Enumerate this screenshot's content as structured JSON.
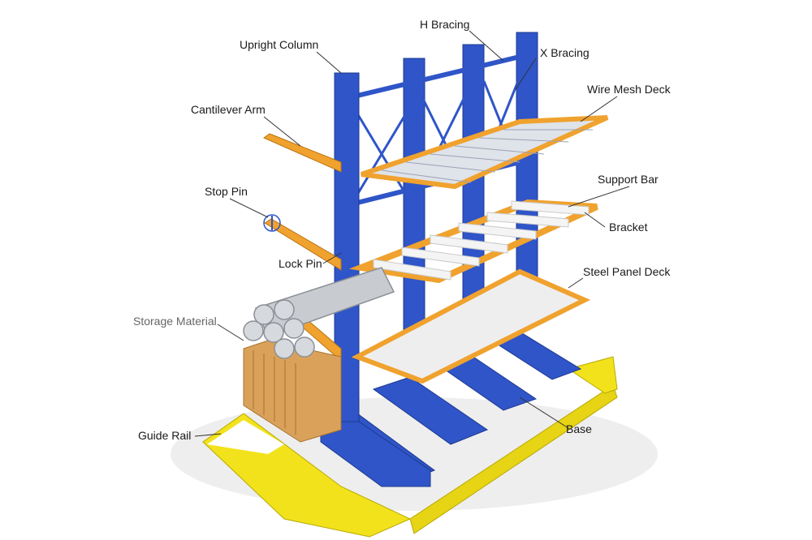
{
  "labels": {
    "upright_column": "Upright Column",
    "h_bracing": "H Bracing",
    "x_bracing": "X Bracing",
    "wire_mesh_deck": "Wire Mesh Deck",
    "cantilever_arm": "Cantilever Arm",
    "support_bar": "Support Bar",
    "stop_pin": "Stop Pin",
    "bracket": "Bracket",
    "lock_pin": "Lock Pin",
    "steel_panel_deck": "Steel Panel Deck",
    "storage_material": "Storage Material",
    "guide_rail": "Guide Rail",
    "base": "Base"
  },
  "colors": {
    "column_blue": "#2f55c8",
    "arm_orange": "#f0a22e",
    "guide_yellow": "#f2e21c",
    "deck_white": "#eeeeee",
    "pipe_gray": "#c8cbd0",
    "wood_tan": "#d9a15a",
    "leader_line": "#333333"
  }
}
